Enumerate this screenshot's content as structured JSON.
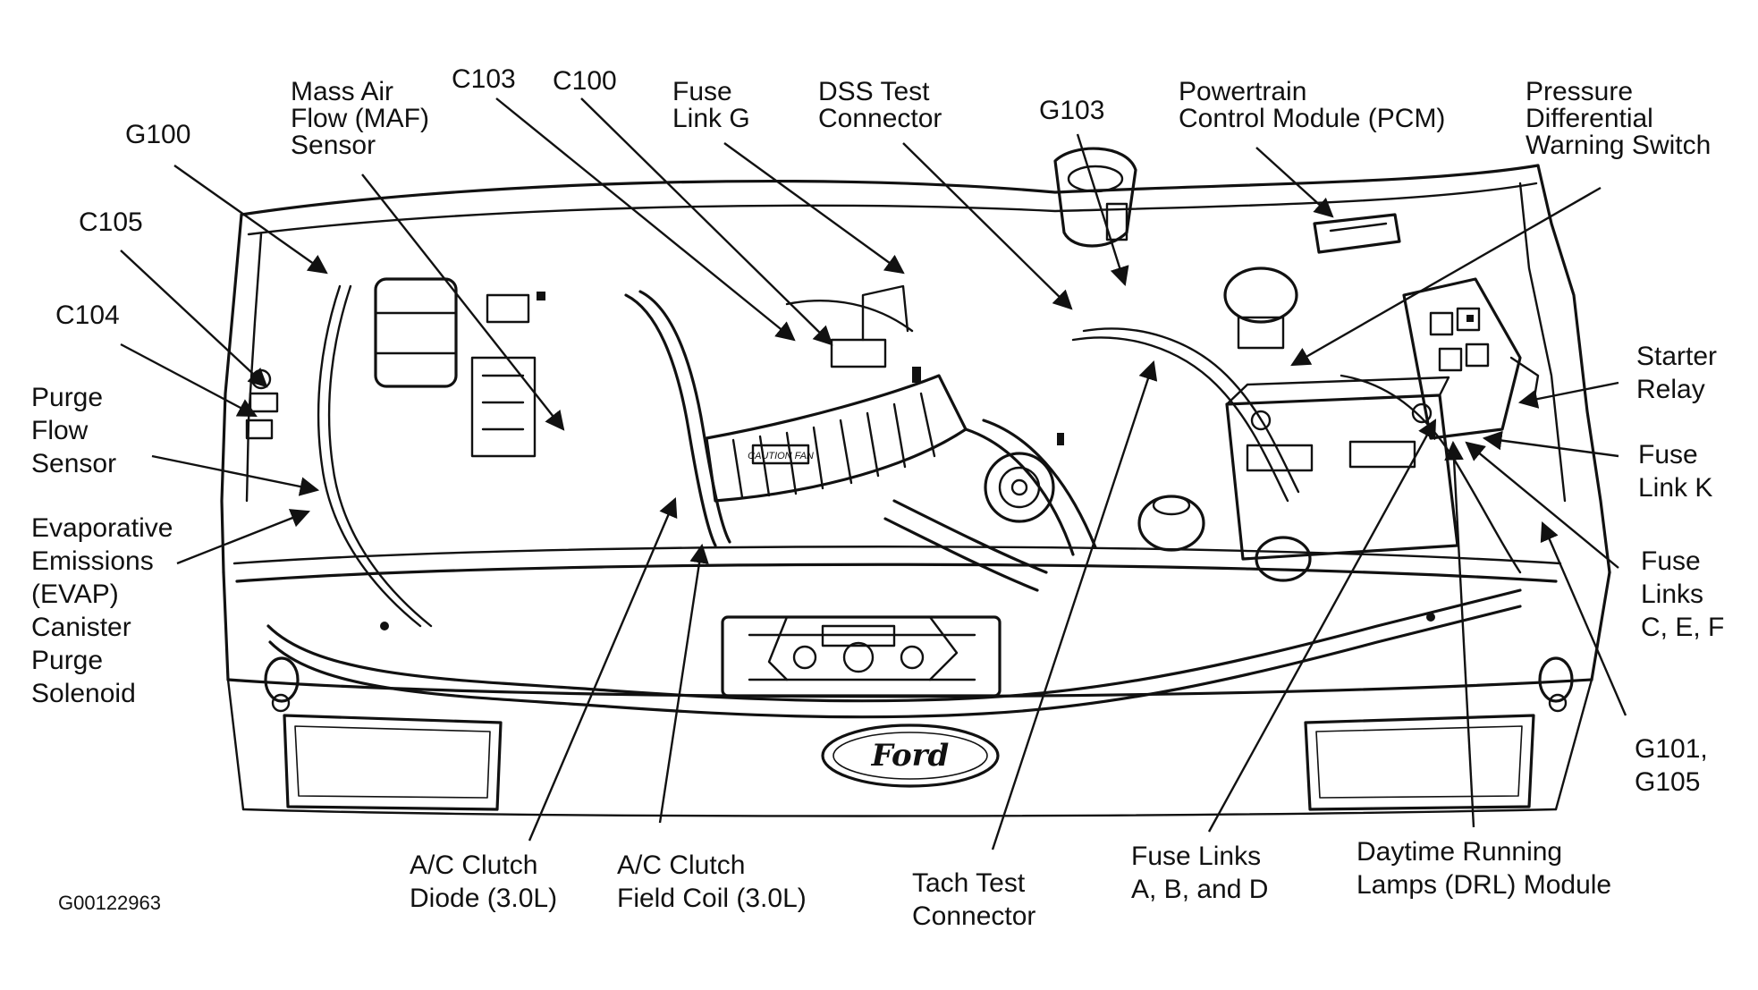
{
  "diagram": {
    "figure_code": "G00122963",
    "emblem_text": "Ford",
    "hose_text": "CAUTION FAN"
  },
  "labels": [
    {
      "id": "g100",
      "lines": [
        "G100"
      ]
    },
    {
      "id": "maf",
      "lines": [
        "Mass Air",
        "Flow (MAF)",
        "Sensor"
      ]
    },
    {
      "id": "c103",
      "lines": [
        "C103"
      ]
    },
    {
      "id": "c100",
      "lines": [
        "C100"
      ]
    },
    {
      "id": "fuse-g",
      "lines": [
        "Fuse",
        "Link G"
      ]
    },
    {
      "id": "dss",
      "lines": [
        "DSS Test",
        "Connector"
      ]
    },
    {
      "id": "g103",
      "lines": [
        "G103"
      ]
    },
    {
      "id": "pcm",
      "lines": [
        "Powertrain",
        "Control Module (PCM)"
      ]
    },
    {
      "id": "pdws",
      "lines": [
        "Pressure",
        "Differential",
        "Warning Switch"
      ]
    },
    {
      "id": "c105",
      "lines": [
        "C105"
      ]
    },
    {
      "id": "c104",
      "lines": [
        "C104"
      ]
    },
    {
      "id": "purge-flow",
      "lines": [
        "Purge",
        "Flow",
        "Sensor"
      ]
    },
    {
      "id": "evap",
      "lines": [
        "Evaporative",
        "Emissions",
        "(EVAP)",
        "Canister",
        "Purge",
        "Solenoid"
      ]
    },
    {
      "id": "starter",
      "lines": [
        "Starter",
        "Relay"
      ]
    },
    {
      "id": "fuse-k",
      "lines": [
        "Fuse",
        "Link K"
      ]
    },
    {
      "id": "fuse-cef",
      "lines": [
        "Fuse",
        "Links",
        "C, E, F"
      ]
    },
    {
      "id": "g101",
      "lines": [
        "G101,",
        "G105"
      ]
    },
    {
      "id": "ac-diode",
      "lines": [
        "A/C Clutch",
        "Diode (3.0L)"
      ]
    },
    {
      "id": "ac-coil",
      "lines": [
        "A/C Clutch",
        "Field Coil (3.0L)"
      ]
    },
    {
      "id": "tach",
      "lines": [
        "Tach Test",
        "Connector"
      ]
    },
    {
      "id": "fuse-abd",
      "lines": [
        "Fuse Links",
        "A, B, and D"
      ]
    },
    {
      "id": "drl",
      "lines": [
        "Daytime Running",
        "Lamps (DRL) Module"
      ]
    }
  ]
}
